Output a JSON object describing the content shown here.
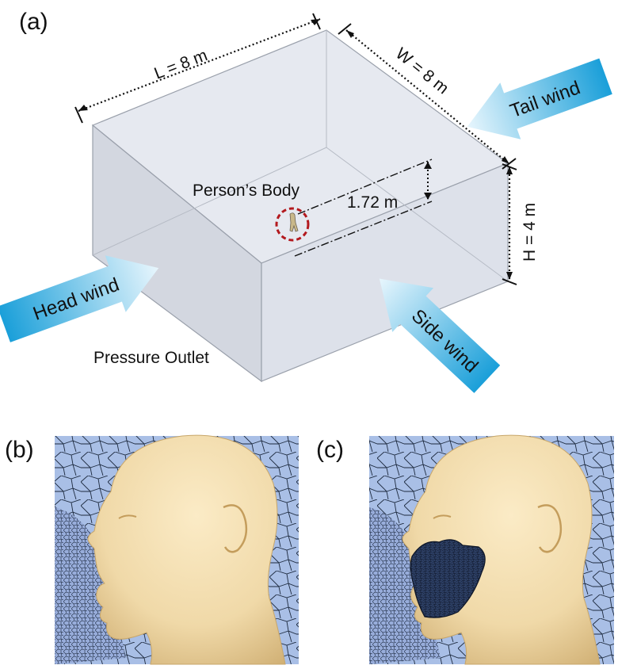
{
  "panels": {
    "a": {
      "letter": "(a)"
    },
    "b": {
      "letter": "(b)"
    },
    "c": {
      "letter": "(c)"
    }
  },
  "domain_box": {
    "length_label": "L = 8 m",
    "width_label": "W = 8 m",
    "height_label": "H = 4 m",
    "body_height_label": "1.72 m",
    "body_label": "Person’s Body",
    "outlet_label": "Pressure Outlet"
  },
  "winds": {
    "head": "Head wind",
    "tail": "Tail wind",
    "side": "Side wind"
  },
  "colors": {
    "box_fill": "#dfe3ec",
    "box_edge": "#9aa0ab",
    "wind_arrow_dark": "#1a9fd9",
    "wind_arrow_light": "#e8f6fd",
    "marker_circle": "#b3191e",
    "mesh_background": "#a9bfe6",
    "head_skin": "#f0d9a8",
    "mask": "#2c3e63"
  }
}
